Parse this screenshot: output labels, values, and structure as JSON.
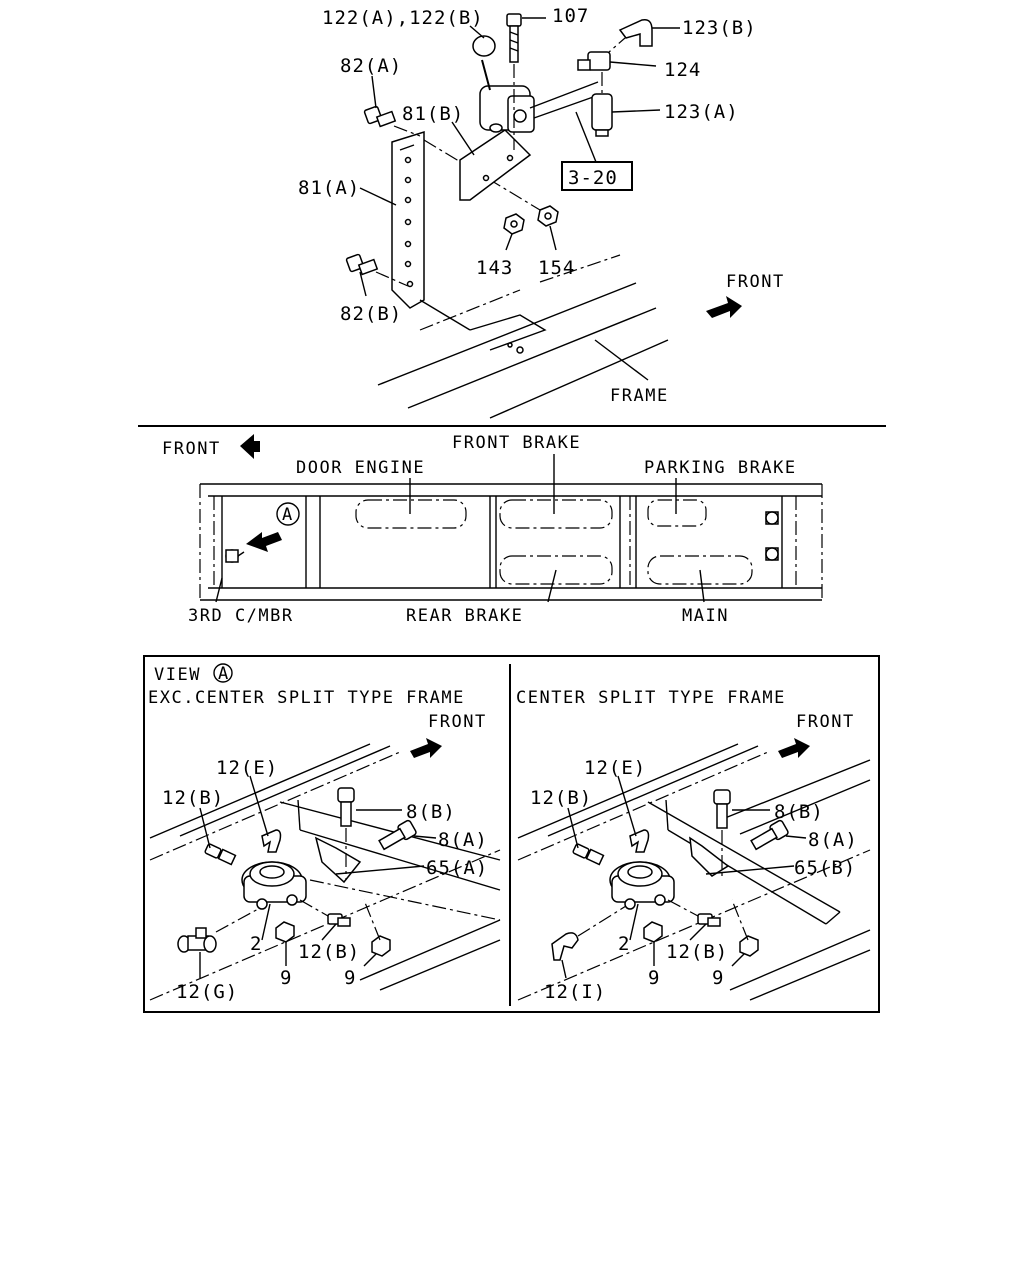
{
  "top_section": {
    "labels": {
      "p122": "122(A),122(B)",
      "p107": "107",
      "p123b": "123(B)",
      "p82a": "82(A)",
      "p124": "124",
      "p81b": "81(B)",
      "p123a": "123(A)",
      "ref320": "3-20",
      "p81a": "81(A)",
      "p143": "143",
      "p154": "154",
      "front": "FRONT",
      "p82b": "82(B)",
      "frame": "FRAME"
    }
  },
  "layout_section": {
    "labels": {
      "front": "FRONT",
      "front_brake": "FRONT BRAKE",
      "door_engine": "DOOR ENGINE",
      "parking_brake": "PARKING BRAKE",
      "view_marker": "A",
      "third_cmbr": "3RD C/MBR",
      "rear_brake": "REAR BRAKE",
      "main": "MAIN"
    }
  },
  "view_section": {
    "view_title": "VIEW",
    "view_marker": "A",
    "left_panel": {
      "title": "EXC.CENTER SPLIT TYPE FRAME",
      "front": "FRONT",
      "labels": {
        "p12e": "12(E)",
        "p12b_top": "12(B)",
        "p8b": "8(B)",
        "p8a": "8(A)",
        "p65": "65(A)",
        "p2": "2",
        "p12b_bottom": "12(B)",
        "p12g": "12(G)",
        "p9_left": "9",
        "p9_right": "9"
      }
    },
    "right_panel": {
      "title": "CENTER SPLIT TYPE FRAME",
      "front": "FRONT",
      "labels": {
        "p12e": "12(E)",
        "p12b_top": "12(B)",
        "p8b": "8(B)",
        "p8a": "8(A)",
        "p65": "65(B)",
        "p2": "2",
        "p12b_bottom": "12(B)",
        "p12i": "12(I)",
        "p9_left": "9",
        "p9_right": "9"
      }
    }
  },
  "icons": [
    "front-arrow-icon",
    "view-marker-circle-icon",
    "cock-valve-icon",
    "nut-icon",
    "bolt-icon",
    "elbow-fitting-icon"
  ]
}
